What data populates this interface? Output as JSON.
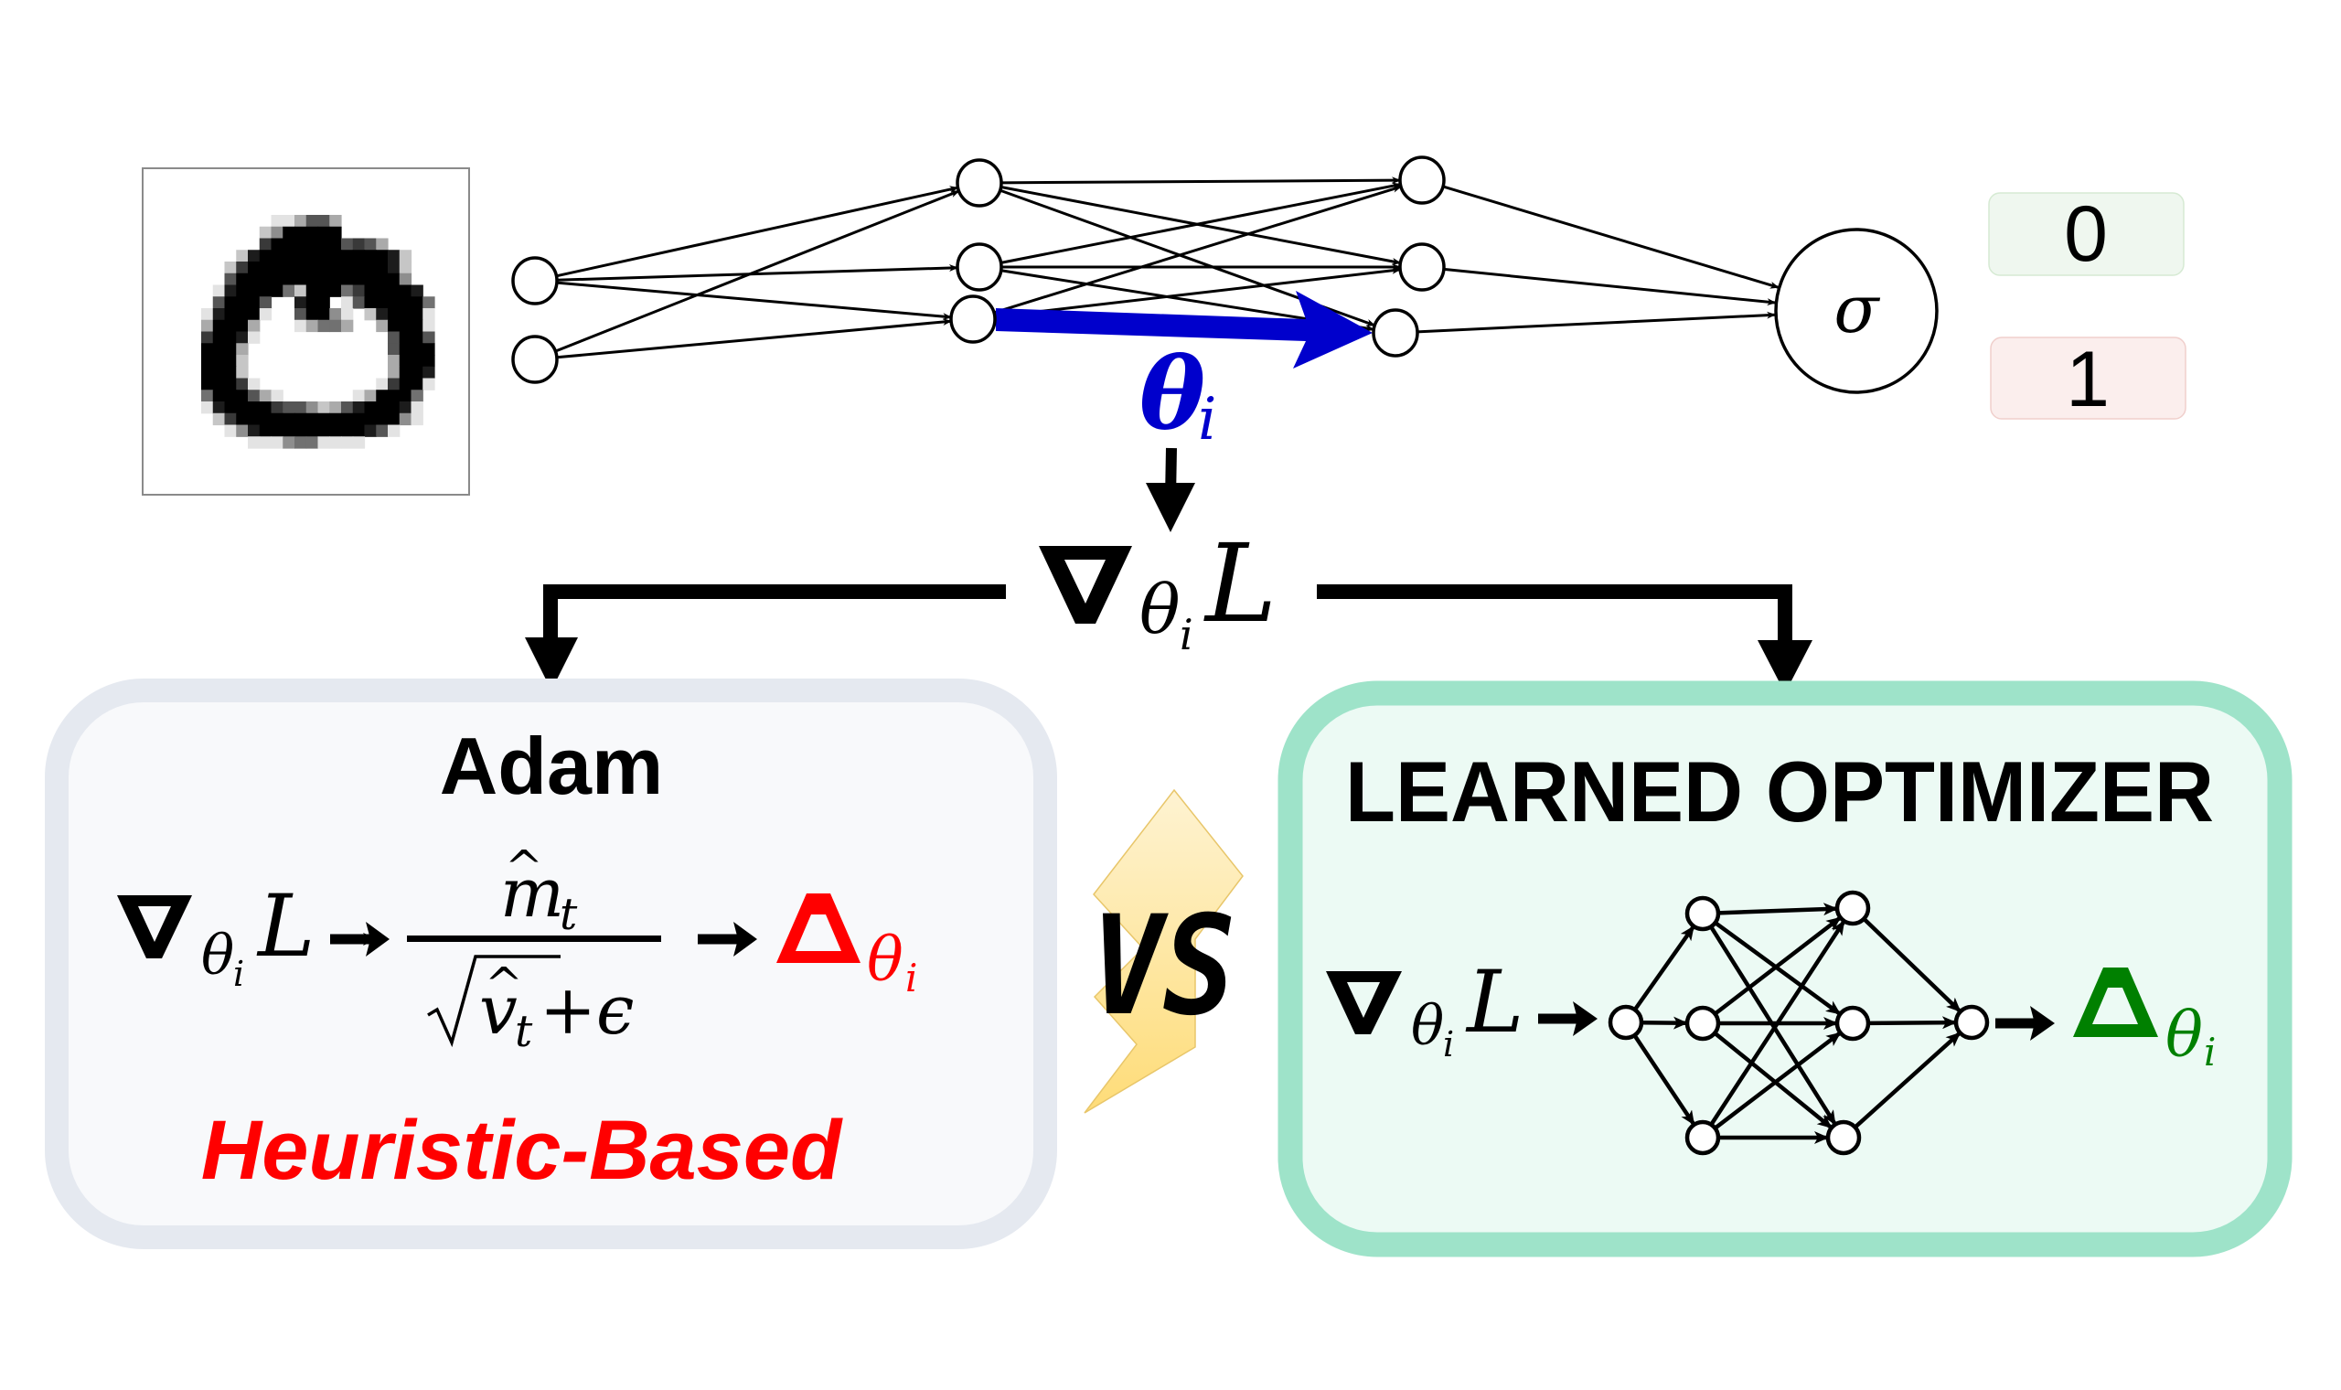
{
  "figure": {
    "title": "Adam vs Learned Optimizer",
    "input_image": {
      "label": "MNIST digit",
      "pixel_intensity_scale_max": 9,
      "pixels": [
        "00000011366300000000",
        "00000249999900000000",
        "00000799999967630000",
        "00028999999999998200",
        "00279999999999998200",
        "00699999999999999400",
        "01899995299957999980",
        "06999600899016999995",
        "18999100699410289991",
        "39993000135530039991",
        "79981000000000006996",
        "99930000000000006999",
        "99920000000000003999",
        "99920000000000003998",
        "99971000000000017991",
        "59996310000001399950",
        "18999976642368999810",
        "02799999999999999410",
        "00148999999999861000",
        "00001114551111000000"
      ]
    },
    "network": {
      "weight_label_symbol": "θ",
      "weight_label_subscript": "i",
      "activation_symbol": "σ",
      "highlight_color": "#0000cc"
    },
    "classes": [
      {
        "label": "0",
        "fill": "#eff7ef",
        "border": "#d6ead3"
      },
      {
        "label": "1",
        "fill": "#fbeeed",
        "border": "#f0cfcc"
      }
    ],
    "gradient": {
      "nabla": "∇",
      "subscript_symbol": "θ",
      "subscript_index": "i",
      "loss": "L"
    },
    "adam_box": {
      "title": "Adam",
      "numerator_symbol": "m",
      "numerator_subscript": "t",
      "denominator_symbol": "v",
      "denominator_subscript": "t",
      "denominator_suffix": "+ϵ",
      "hat": "^",
      "output_symbol": "Δ",
      "output_subscript_symbol": "θ",
      "output_subscript_index": "i",
      "output_color": "#ff0000",
      "caption": "Heuristic-Based",
      "caption_color": "#ff0000",
      "border_color": "#e5e9f0",
      "fill_color": "#f8f9fb"
    },
    "versus": {
      "label": "VS",
      "bolt_color_top": "#fef3d2",
      "bolt_color_bottom": "#fedc78"
    },
    "learned_box": {
      "title": "LEARNED  OPTIMIZER",
      "output_symbol": "Δ",
      "output_subscript_symbol": "θ",
      "output_subscript_index": "i",
      "output_color": "#008000",
      "border_color": "#9ee3c9",
      "fill_color": "#ecfaf4",
      "network_layers": [
        1,
        3,
        3,
        1
      ]
    }
  }
}
